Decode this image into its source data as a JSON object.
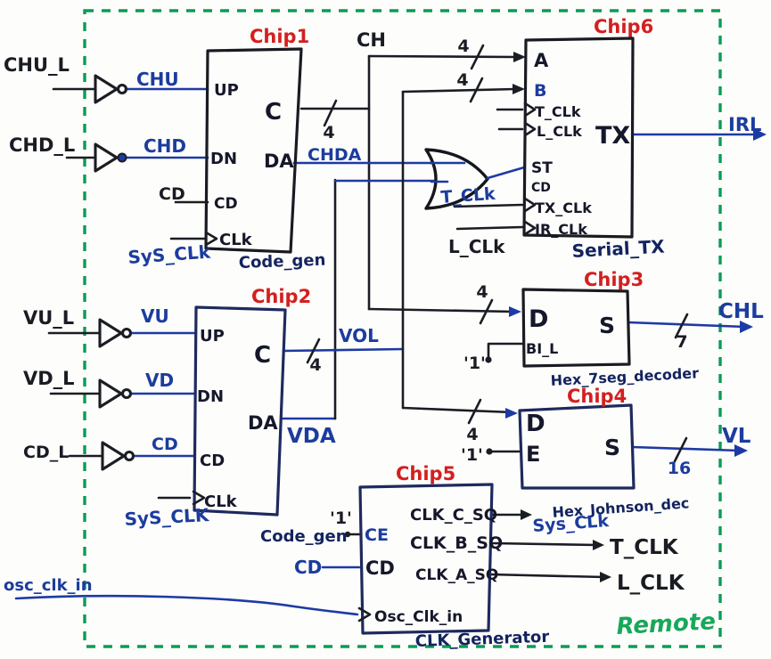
{
  "chips": {
    "c1": {
      "name": "Chip1",
      "func": "Code_gen",
      "up": "UP",
      "dn": "DN",
      "cd": "CD",
      "clk": "CLk",
      "c": "C",
      "da": "DA"
    },
    "c2": {
      "name": "Chip2",
      "func": "Code_gen",
      "up": "UP",
      "dn": "DN",
      "cd": "CD",
      "clk": "CLk",
      "c": "C",
      "da": "DA"
    },
    "c3": {
      "name": "Chip3",
      "func": "Hex_7seg_decoder",
      "d": "D",
      "bi": "BI_L",
      "s": "S"
    },
    "c4": {
      "name": "Chip4",
      "func": "Hex_Johnson_dec",
      "d": "D",
      "e": "E",
      "s": "S"
    },
    "c5": {
      "name": "Chip5",
      "func": "CLK_Generator",
      "ce": "CE",
      "cd": "CD",
      "osc": "Osc_Clk_in",
      "sq_c": "CLK_C_SQ",
      "sq_b": "CLK_B_SQ",
      "sq_a": "CLK_A_SQ"
    },
    "c6": {
      "name": "Chip6",
      "func": "Serial_TX",
      "a": "A",
      "b": "B",
      "tclk": "T_CLk",
      "lclk": "L_CLk",
      "tx": "TX",
      "st": "ST",
      "cd": "CD",
      "txclk": "TX_CLk",
      "irclk": "IR_CLk"
    }
  },
  "signals": {
    "chu_l": "CHU_L",
    "chu": "CHU",
    "chd_l": "CHD_L",
    "chd": "CHD",
    "cd1": "CD",
    "sysclk1": "SyS_CLk",
    "ch": "CH",
    "chda": "CHDA",
    "vu_l": "VU_L",
    "vu": "VU",
    "vd_l": "VD_L",
    "vd": "VD",
    "cd_l": "CD_L",
    "cd2": "CD",
    "sysclk2": "SyS_CLK",
    "vol": "VOL",
    "vda": "VDA",
    "irl": "IRL",
    "chl": "CHL",
    "vl": "VL",
    "tclk_ext": "T_CLk",
    "lclk_ext": "L_CLk",
    "one": "'1'",
    "cd5": "CD",
    "oscin": "osc_clk_in",
    "sysclk_out": "Sys_CLk",
    "tclk_out": "T_CLK",
    "lclk_out": "L_CLK",
    "remote": "Remote"
  },
  "bus": {
    "w4": "4",
    "w7": "7",
    "w16": "16"
  },
  "colors": {
    "border_green": "#0c9b57",
    "chip_red": "#d41f1f",
    "wire_blue": "#1d3aa4",
    "ink": "#1b1d24",
    "remote_green": "#18a85b"
  }
}
